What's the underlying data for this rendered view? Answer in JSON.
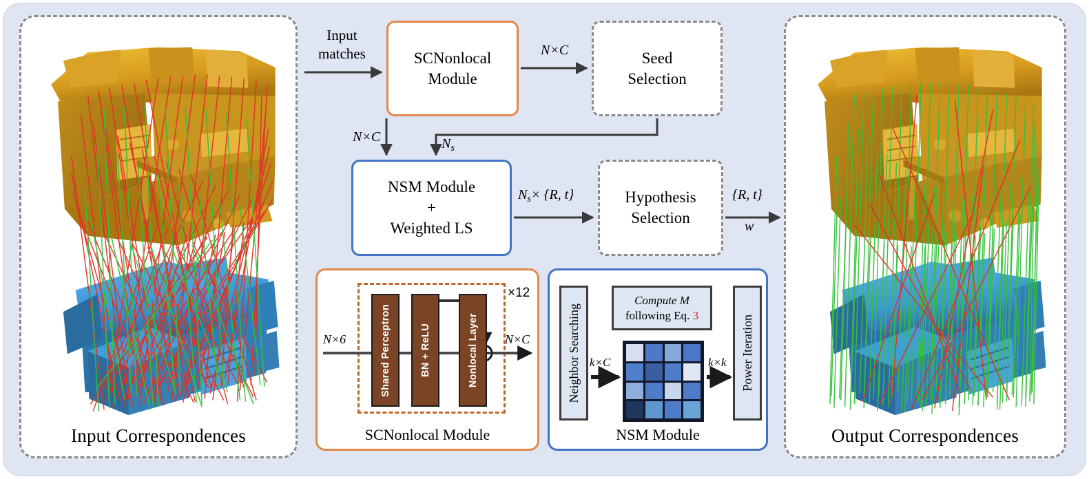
{
  "figure": {
    "type": "architecture-diagram",
    "background_color": "#dfe5f3",
    "accent_orange": "#e2884c",
    "accent_blue": "#4472c4",
    "accent_brown": "#7b4424",
    "accent_red": "#e02020",
    "dash_gray": "#8b8b8b"
  },
  "panels": {
    "input": {
      "caption": "Input Correspondences",
      "scene": {
        "top_mesh_color": "#e0a822",
        "bottom_mesh_color": "#3f9ede",
        "inlier_color": "#35c13a",
        "outlier_color": "#e03127",
        "inlier_count": 62,
        "outlier_count": 150
      }
    },
    "output": {
      "caption": "Output Correspondences",
      "scene": {
        "top_mesh_color": "#e0a822",
        "bottom_mesh_color": "#3f9ede",
        "inlier_color": "#35c13a",
        "outlier_color": "#e03127",
        "inlier_count": 110,
        "outlier_count": 12
      }
    }
  },
  "flow": {
    "input_matches_label": "Input\nmatches",
    "boxes": [
      {
        "id": "scnonlocal",
        "label": "SCNonlocal\nModule",
        "style": "solid-orange"
      },
      {
        "id": "seed_selection",
        "label": "Seed\nSelection",
        "style": "dashed-gray"
      },
      {
        "id": "nsm",
        "label": "NSM Module\n+\nWeighted LS",
        "style": "solid-blue"
      },
      {
        "id": "hypothesis",
        "label": "Hypothesis\nSelection",
        "style": "dashed-gray"
      }
    ],
    "edge_labels": {
      "scnonlocal_to_seed": "N×C",
      "scnonlocal_to_nsm": "N×C",
      "seed_to_nsm": "N",
      "seed_to_nsm_sub": "s",
      "nsm_to_hypothesis_prefix": "N",
      "nsm_to_hypothesis_sub": "s",
      "nsm_to_hypothesis_suffix": "× {R, t}",
      "hypothesis_out_top": "{R, t}",
      "hypothesis_out_bottom": "w"
    }
  },
  "sub_modules": {
    "scnonlocal": {
      "caption": "SCNonlocal Module",
      "repeat_label": "×12",
      "input_label": "N×6",
      "output_label": "N×C",
      "layers": [
        "Shared Perceptron",
        "BN + ReLU",
        "Nonlocal Layer"
      ],
      "residual_op": "⊕"
    },
    "nsm": {
      "caption": "NSM Module",
      "left_block": "Neighbor Searching",
      "right_block": "Power Iteration",
      "compute_line1": "Compute M",
      "compute_line2_prefix": "following Eq.",
      "compute_line2_eq": "3",
      "input_label": "k×C",
      "output_label": "k×k",
      "matrix_size": "4x4",
      "matrix_colors": [
        [
          "#d8dff0",
          "#4e79c8",
          "#87a8d9",
          "#4a77c6"
        ],
        [
          "#5080ca",
          "#3a5f9e",
          "#4e7cc8",
          "#e0e7f4"
        ],
        [
          "#8eaedc",
          "#4e7cc8",
          "#c6d7ec",
          "#4e7cc8"
        ],
        [
          "#20365c",
          "#5e96cf",
          "#4e7cc8",
          "#6aa3d6"
        ]
      ]
    }
  }
}
